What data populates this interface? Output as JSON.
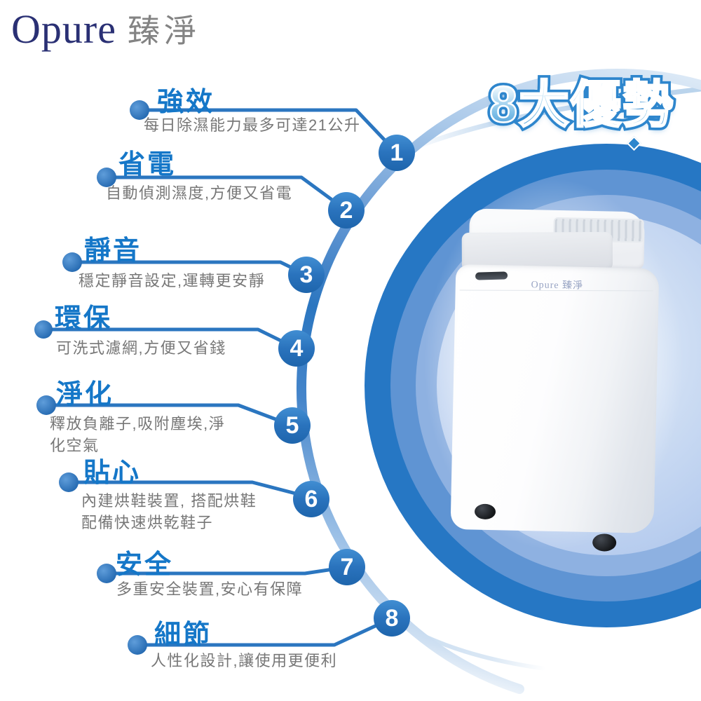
{
  "brand": {
    "name_en": "Opure",
    "name_zh": "臻淨"
  },
  "headline": {
    "text": "8大優勢"
  },
  "features": [
    {
      "num": "1",
      "title": "強效",
      "desc": "每日除濕能力最多可達21公升"
    },
    {
      "num": "2",
      "title": "省電",
      "desc": "自動偵測濕度,方便又省電"
    },
    {
      "num": "3",
      "title": "靜音",
      "desc": "穩定靜音設定,運轉更安靜"
    },
    {
      "num": "4",
      "title": "環保",
      "desc": "可洗式濾網,方便又省錢"
    },
    {
      "num": "5",
      "title": "淨化",
      "desc": "釋放負離子,吸附塵埃,淨\n化空氣"
    },
    {
      "num": "6",
      "title": "貼心",
      "desc": "內建烘鞋裝置, 搭配烘鞋\n配備快速烘乾鞋子"
    },
    {
      "num": "7",
      "title": "安全",
      "desc": "多重安全裝置,安心有保障"
    },
    {
      "num": "8",
      "title": "細節",
      "desc": "人性化設計,讓使用更便利"
    }
  ],
  "product": {
    "logo": "Opure 臻淨"
  },
  "colors": {
    "accent_blue": "#2b76c0",
    "title_blue": "#1577c8",
    "desc_gray": "#777777",
    "ring_outer": "#2677c4",
    "ring_mid": "#5f94d3",
    "ring_inner": "#8eb1e1",
    "disc": "#b7cdee",
    "brand_navy": "#2a3074",
    "brand_gray": "#838383"
  }
}
